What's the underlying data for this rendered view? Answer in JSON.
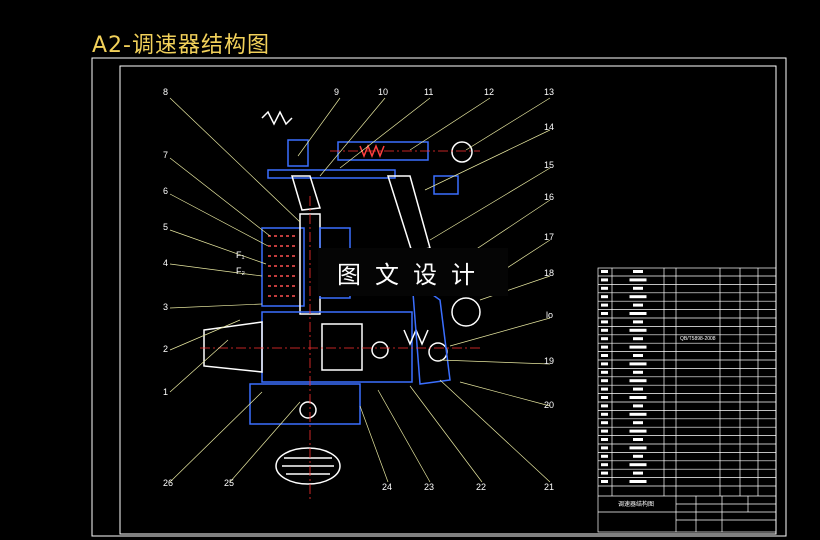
{
  "drawing_title": "A2-调速器结构图",
  "watermark_text": "图文设计",
  "callouts": [
    "8",
    "9",
    "10",
    "11",
    "12",
    "13",
    "7",
    "14",
    "6",
    "15",
    "16",
    "5",
    "17",
    "4",
    "18",
    "3",
    "lo",
    "2",
    "19",
    "1",
    "20",
    "26",
    "25",
    "24",
    "23",
    "22",
    "21"
  ],
  "force_labels": [
    "F₁",
    "F₂"
  ],
  "title_block": {
    "drawing_number": "QB/T5898-2008",
    "name": "调速器结构图"
  },
  "colors": {
    "background": "#000000",
    "title": "#f2d15a",
    "frame": "#ffffff",
    "part": "#3b6fff",
    "leader": "#e8e8a0",
    "center_line": "#ff3030"
  }
}
